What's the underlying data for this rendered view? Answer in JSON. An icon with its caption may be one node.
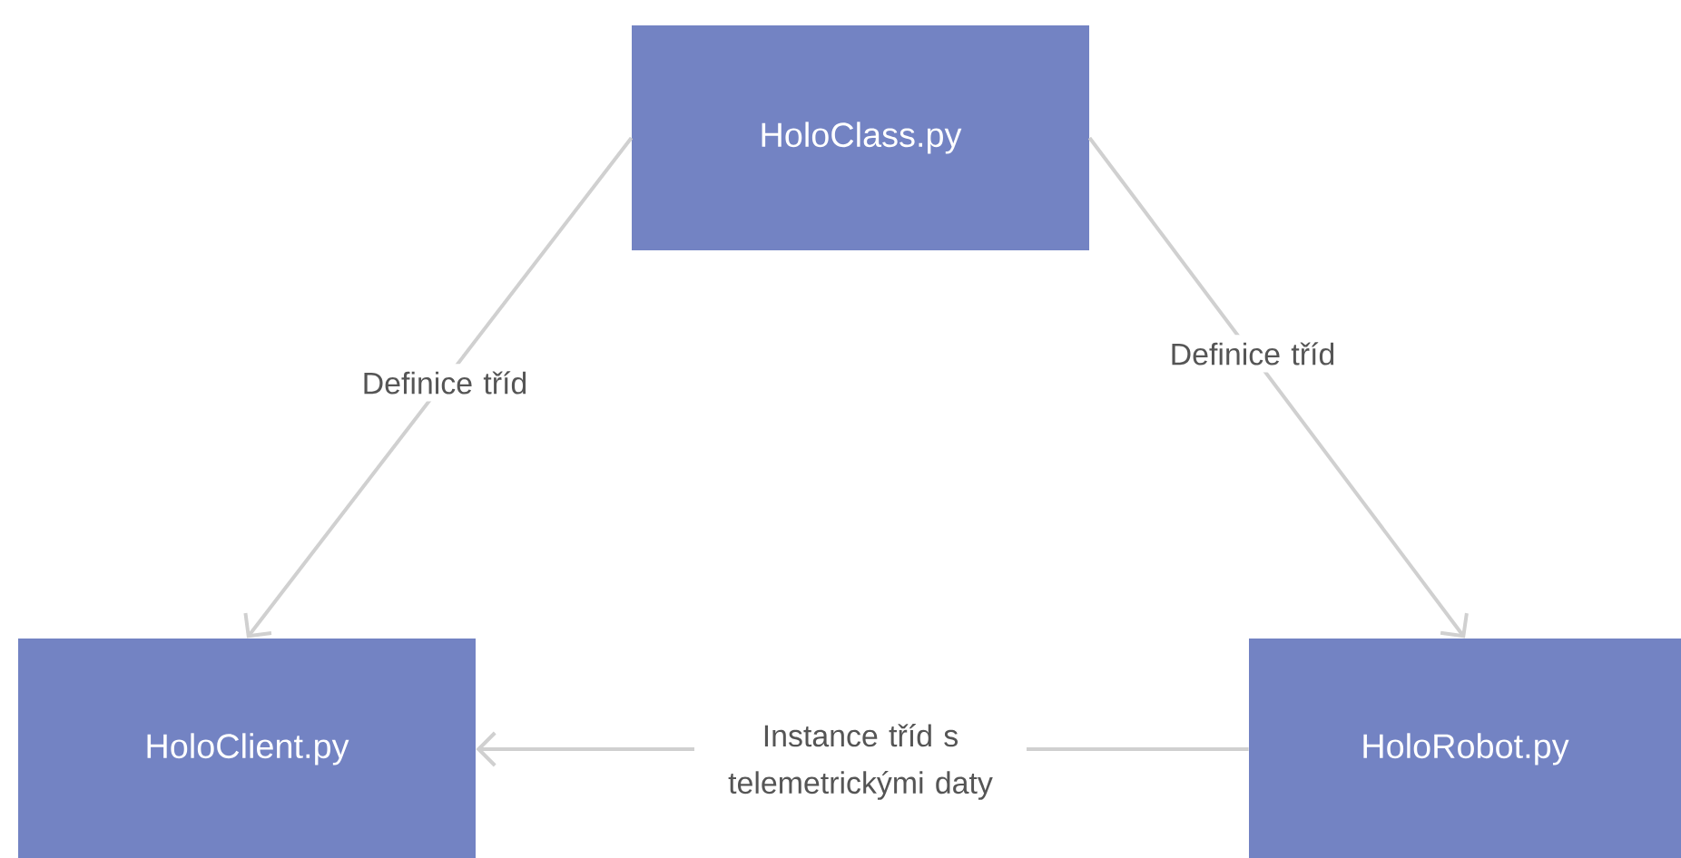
{
  "diagram": {
    "nodes": [
      {
        "text": [
          "HoloClass.py"
        ]
      },
      {
        "text": [
          "HoloClient.py"
        ]
      },
      {
        "text": [
          "HoloRobot.py"
        ]
      }
    ],
    "edges": [
      {
        "from": 0,
        "to": 1,
        "arrow": "to",
        "label": "Definice tříd"
      },
      {
        "from": 0,
        "to": 2,
        "arrow": "to",
        "label": "Definice tříd"
      },
      {
        "from": 2,
        "to": 1,
        "arrow": "to",
        "label": "Instance tříd s telemetrickými daty"
      }
    ]
  }
}
